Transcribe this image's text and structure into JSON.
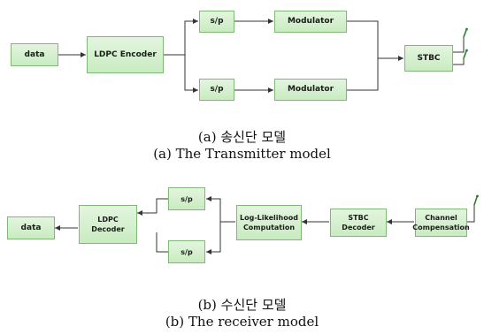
{
  "transmitter": {
    "blocks": {
      "data": "data",
      "encoder": "LDPC Encoder",
      "sp_top": "s/p",
      "sp_bottom": "s/p",
      "mod_top": "Modulator",
      "mod_bottom": "Modulator",
      "stbc": "STBC"
    },
    "caption_ko": "(a)  송신단  모델",
    "caption_en": "(a)  The  Transmitter  model"
  },
  "receiver": {
    "blocks": {
      "data": "data",
      "decoder_line1": "LDPC",
      "decoder_line2": "Decoder",
      "sp_top": "s/p",
      "sp_bottom": "s/p",
      "llr_line1": "Log-Likelihood",
      "llr_line2": "Computation",
      "stbc_line1": "STBC",
      "stbc_line2": "Decoder",
      "chan_line1": "Channel",
      "chan_line2": "Compensation"
    },
    "caption_ko": "(b)  수신단  모델",
    "caption_en": "(b)  The  receiver  model"
  },
  "colors": {
    "block_fill": "#d2efca",
    "block_border": "#7fb877",
    "line": "#333333",
    "antenna": "#2e7d32"
  }
}
